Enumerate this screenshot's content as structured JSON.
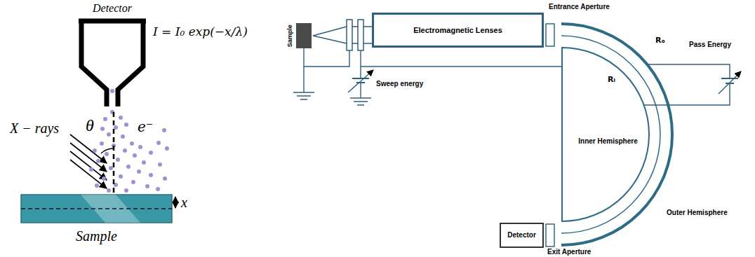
{
  "diagram": {
    "nodes": [
      {
        "text": [
          "Sample"
        ]
      },
      {
        "text": [
          "Electromagnetic Lenses"
        ]
      },
      {
        "text": [
          "Inner Hemisphere"
        ]
      },
      {
        "text": [
          "Detector"
        ]
      }
    ],
    "labels": [
      "Detector",
      "I = I₀ exp(−x/λ)",
      "X − rays",
      "θ",
      "e⁻",
      "x",
      "Sample",
      "Entrance Aperture",
      "Sweep energy",
      "Rₒ",
      "Pass Energy",
      "Rᵢ",
      "Outer Hemisphere",
      "Exit Aperture"
    ]
  }
}
